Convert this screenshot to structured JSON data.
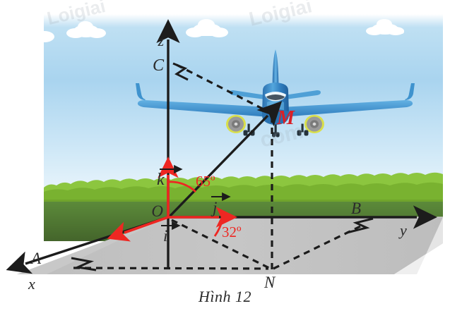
{
  "figure": {
    "caption": "Hình 12",
    "watermarks": [
      "Loigiai",
      "Loigiai",
      "com"
    ],
    "scene": {
      "sky_top_color": "#ffffff",
      "sky_color": "#a9d4ef",
      "sky_bottom_color": "#e8f4fb",
      "tree_light_color": "#8cc63f",
      "tree_dark_color": "#7ab72e",
      "field_color": "#4f7a34",
      "field_dark_color": "#456b2c",
      "runway_color": "#c2c2c2",
      "runway_edge_color": "#f0f0f0",
      "cloud_color": "#ffffff",
      "plane_body_color": "#2f7fc1",
      "plane_light_color": "#9fd0ef",
      "plane_white_color": "#f2f8fc",
      "engine_ring_color": "#c9d12b",
      "engine_hub_color": "#8c8c8c"
    },
    "axes": [
      {
        "name": "x-axis",
        "label": "x",
        "direction": "down-left"
      },
      {
        "name": "y-axis",
        "label": "y",
        "direction": "right"
      },
      {
        "name": "z-axis",
        "label": "z",
        "direction": "up"
      }
    ],
    "points": [
      {
        "name": "origin",
        "label": "O"
      },
      {
        "name": "point-A",
        "label": "A"
      },
      {
        "name": "point-B",
        "label": "B"
      },
      {
        "name": "point-C",
        "label": "C"
      },
      {
        "name": "point-M",
        "label": "M",
        "color": "#d92027"
      },
      {
        "name": "point-N",
        "label": "N"
      }
    ],
    "vectors": [
      {
        "name": "vector-i",
        "label": "i",
        "color": "#ee2722"
      },
      {
        "name": "vector-j",
        "label": "j",
        "color": "#ee2722"
      },
      {
        "name": "vector-k",
        "label": "k",
        "color": "#ee2722"
      }
    ],
    "angles": [
      {
        "name": "angle-elevation",
        "label": "65º",
        "color": "#ee2722"
      },
      {
        "name": "angle-azimuth",
        "label": "32º",
        "color": "#ee2722"
      }
    ],
    "dashed_segments": [
      "C-M",
      "M-N",
      "O-N",
      "N-B",
      "N-A"
    ],
    "solid_segments": [
      "O-M",
      "O-A",
      "O-B",
      "O-C"
    ]
  }
}
